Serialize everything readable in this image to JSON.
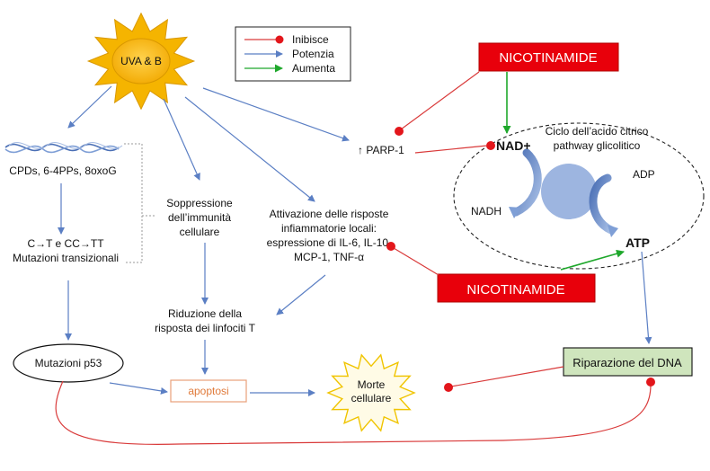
{
  "legend": {
    "inhibits": "Inibisce",
    "potentiates": "Potenzia",
    "increases": "Aumenta"
  },
  "nodes": {
    "uv": "UVA & B",
    "nicotinamide_top": "NICOTINAMIDE",
    "nicotinamide_bottom": "NICOTINAMIDE",
    "parp": "↑ PARP-1",
    "cpds": "CPDs, 6-4PPs, 8oxoG",
    "mutations_line1": "C→T e CC→TT",
    "mutations_line2": "Mutazioni transizionali",
    "immune_line1": "Soppressione",
    "immune_line2": "dell’immunità",
    "immune_line3": "cellulare",
    "inflam_line1": "Attivazione delle risposte",
    "inflam_line2": "infiammatorie locali:",
    "inflam_line3": "espressione di IL-6, IL-10,",
    "inflam_line4": "MCP-1, TNF-α",
    "tcell_line1": "Riduzione della",
    "tcell_line2": "risposta dei linfociti T",
    "p53": "Mutazioni p53",
    "apoptosis": "apoptosi",
    "death_line1": "Morte",
    "death_line2": "cellulare",
    "dna_repair": "Riparazione del DNA",
    "cycle_line1": "Ciclo dell’acido citrico",
    "cycle_line2": "pathway glicolitico",
    "nad": "NAD+",
    "nadh": "NADH",
    "adp": "ADP",
    "atp": "ATP"
  },
  "colors": {
    "inhibit": "#d93a3a",
    "potentiate": "#5b7fc4",
    "increase": "#1fa82c",
    "nicotinamide_box": "#e8000b",
    "dna_repair_box": "#cfe5bd",
    "sun": "#f5b400",
    "apoptosis_text": "#e07a3a"
  }
}
